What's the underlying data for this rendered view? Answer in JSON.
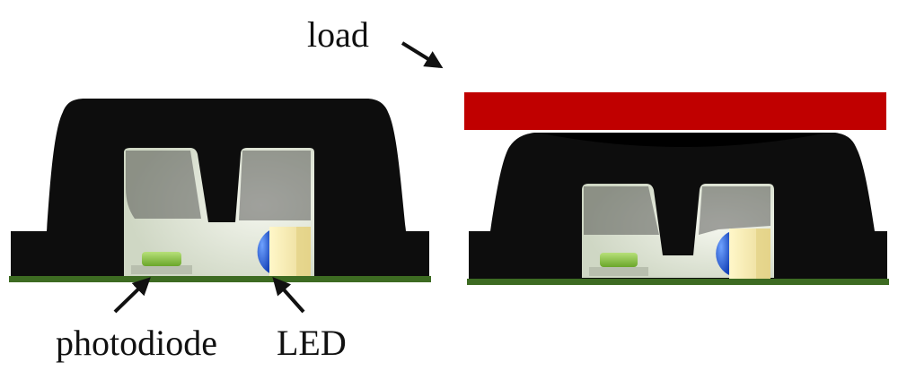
{
  "labels": {
    "load": "load",
    "photodiode": "photodiode",
    "led": "LED"
  },
  "colors": {
    "background": "#ffffff",
    "housing": "#0d0d0d",
    "base_strip": "#3d6b22",
    "load_plate": "#c00000",
    "cavity": "#d4dccb",
    "photodiode": "#8cc63f",
    "led_dome": "#1f5fd6",
    "led_body": "#f3e7a6",
    "arrow": "#111111"
  },
  "icons": {
    "pointer": "arrow-icon"
  }
}
